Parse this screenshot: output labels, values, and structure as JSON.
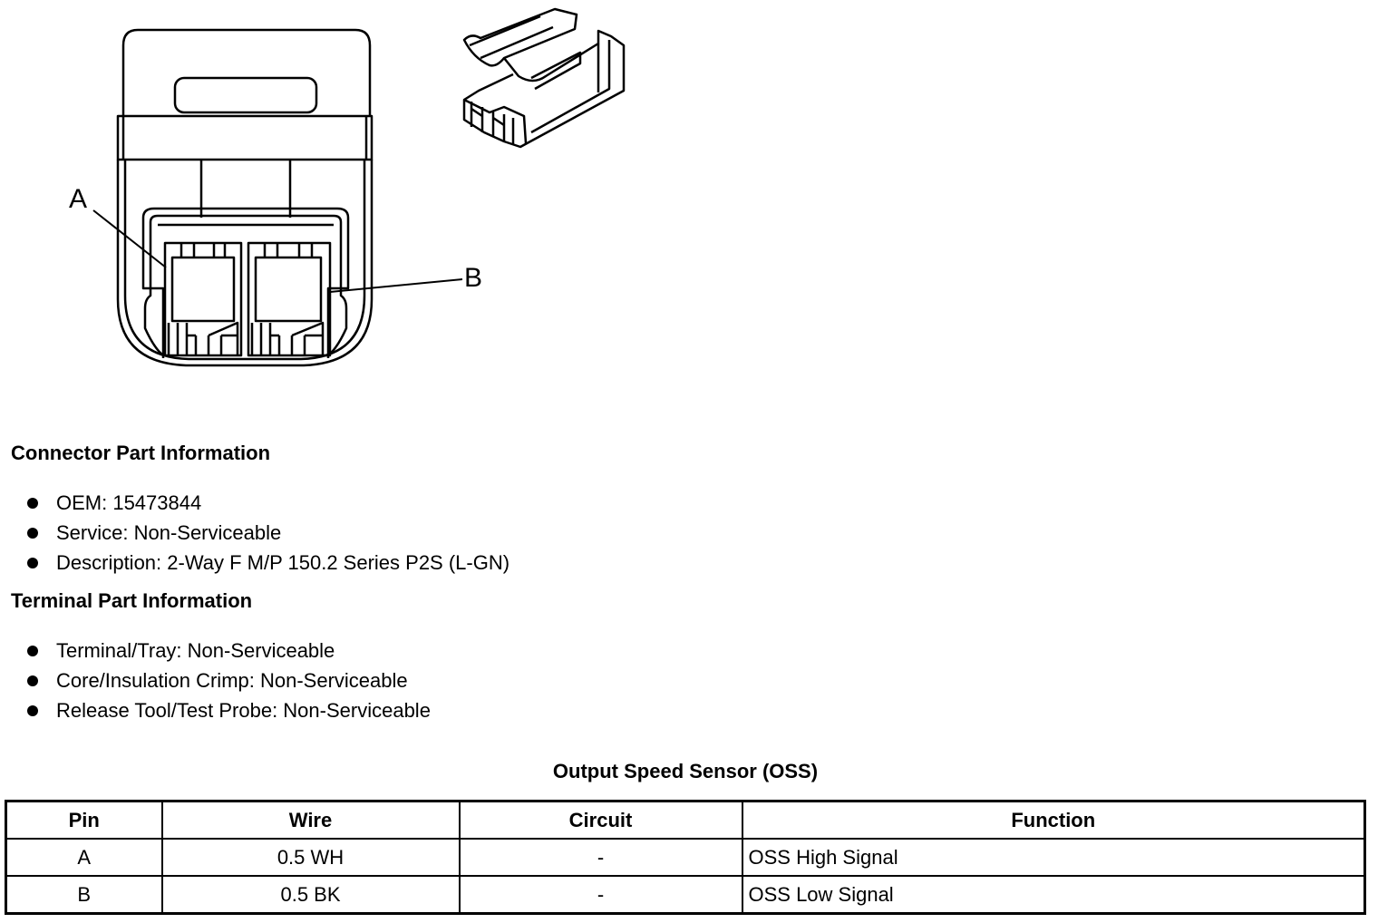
{
  "diagram": {
    "callouts": [
      "A",
      "B"
    ]
  },
  "connector_section": {
    "heading": "Connector Part Information",
    "items": [
      "OEM: 15473844",
      "Service: Non-Serviceable",
      "Description: 2-Way F M/P 150.2 Series P2S (L-GN)"
    ]
  },
  "terminal_section": {
    "heading": "Terminal Part Information",
    "items": [
      "Terminal/Tray: Non-Serviceable",
      "Core/Insulation Crimp: Non-Serviceable",
      "Release Tool/Test Probe: Non-Serviceable"
    ]
  },
  "pin_table": {
    "title": "Output Speed Sensor (OSS)",
    "headers": [
      "Pin",
      "Wire",
      "Circuit",
      "Function"
    ],
    "rows": [
      [
        "A",
        "0.5 WH",
        "-",
        "OSS High Signal"
      ],
      [
        "B",
        "0.5 BK",
        "-",
        "OSS Low Signal"
      ]
    ]
  }
}
